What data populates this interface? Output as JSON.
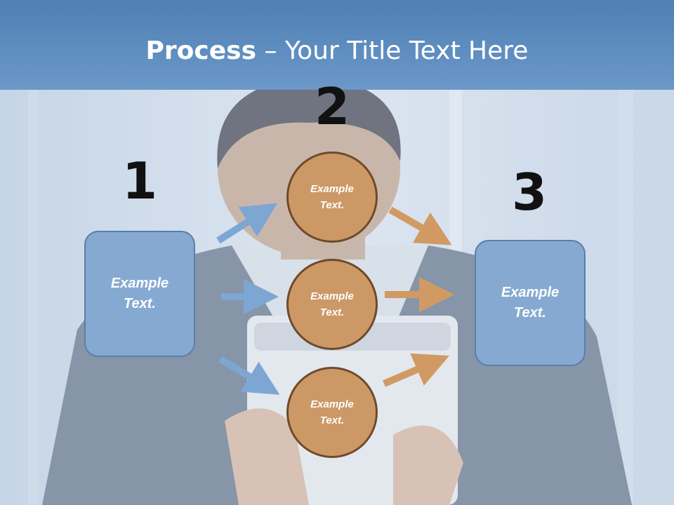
{
  "title": {
    "bold": "Process",
    "rest": " – Your Title Text Here"
  },
  "steps": {
    "one": {
      "number": "1",
      "text": "Example Text."
    },
    "two": {
      "number": "2",
      "circles": [
        "Example Text.",
        "Example Text.",
        "Example Text."
      ]
    },
    "three": {
      "number": "3",
      "text": "Example Text."
    }
  },
  "colors": {
    "title_band": "#5a8bc0",
    "box_fill": "#86a9d1",
    "box_border": "#5b7ea8",
    "circle_fill": "#cc9966",
    "circle_border": "#6e4a2a",
    "blue_arrow": "#7ea6d3",
    "orange_arrow": "#d19a63"
  }
}
